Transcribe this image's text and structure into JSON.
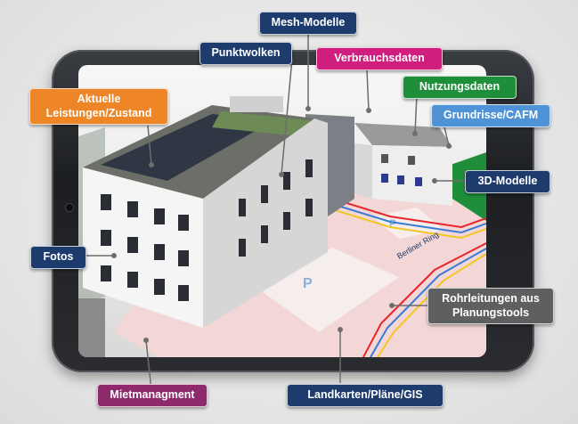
{
  "labels": {
    "mesh_modelle": "Mesh-Modelle",
    "punktwolken": "Punktwolken",
    "verbrauchsdaten": "Verbrauchsdaten",
    "nutzungsdaten": "Nutzungsdaten",
    "grundrisse": "Grundrisse/CAFM",
    "aktuelle_line1": "Aktuelle",
    "aktuelle_line2": "Leistungen/Zustand",
    "modelle_3d": "3D-Modelle",
    "fotos": "Fotos",
    "rohr_line1": "Rohrleitungen aus",
    "rohr_line2": "Planungstools",
    "miet": "Mietmanagment",
    "landkarten": "Landkarten/Pläne/GIS"
  },
  "scene": {
    "street_name": "Berliner Ring",
    "parking_letter": "P"
  },
  "colors": {
    "navy": "#1d3c6d",
    "pink": "#d01e7e",
    "green": "#1f8e3a",
    "lightblue": "#4f93d6",
    "orange": "#ee8526",
    "grey": "#5e5f61",
    "purple": "#8e2a6c"
  }
}
